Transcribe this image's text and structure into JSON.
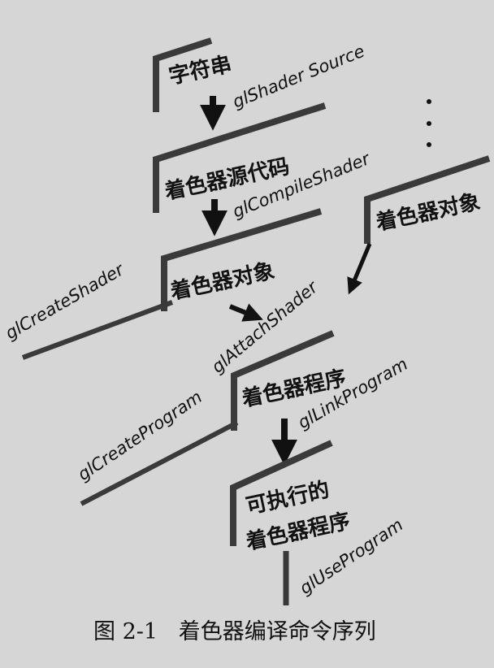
{
  "nodes": {
    "string": "字符串",
    "shader_source": "着色器源代码",
    "shader_object": "着色器对象",
    "shader_object_2": "着色器对象",
    "shader_program": "着色器程序",
    "executable_line1": "可执行的",
    "executable_line2": "着色器程序"
  },
  "calls": {
    "shader_source": "glShader Source",
    "compile_shader": "glCompileShader",
    "create_shader": "glCreateShader",
    "attach_shader": "glAttachShader",
    "create_program": "glCreateProgram",
    "link_program": "glLinkProgram",
    "use_program": "glUseProgram"
  },
  "caption": "图 2-1   着色器编译命令序列",
  "colors": {
    "background": "#d6d6d6",
    "ink": "#111111",
    "plane": "#3a3a3a"
  }
}
